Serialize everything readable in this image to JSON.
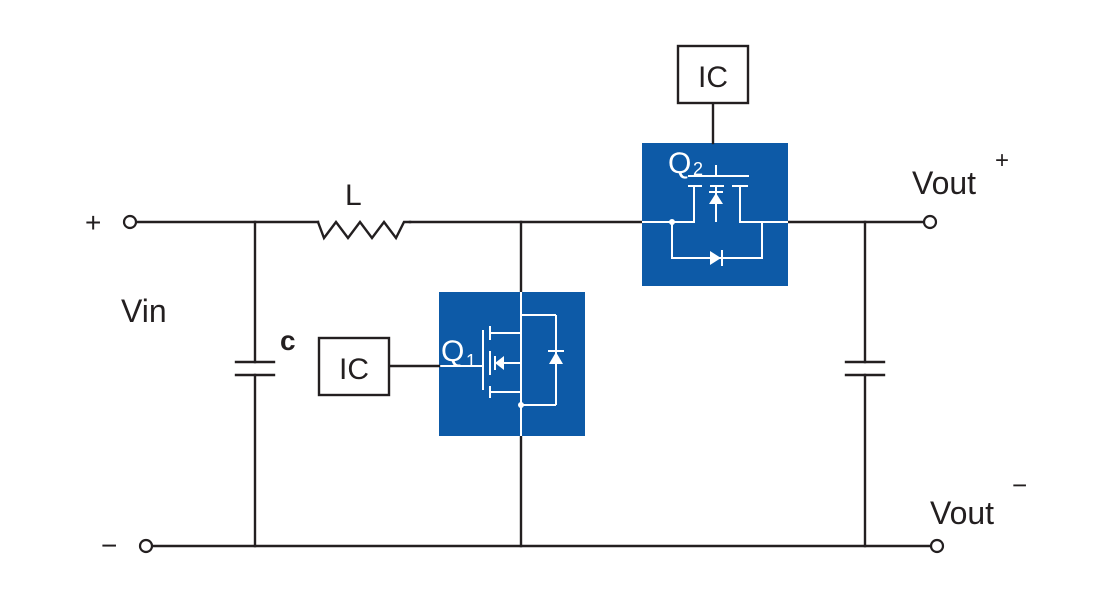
{
  "labels": {
    "plus": "+",
    "minus": "−",
    "vin": "Vin",
    "inductor": "L",
    "capacitor": "c",
    "vout_pos": "Vout",
    "vout_pos_sign": "+",
    "vout_neg": "Vout",
    "vout_neg_sign": "−"
  },
  "components": {
    "q1": {
      "letter": "Q",
      "index": "1",
      "controller": "IC"
    },
    "q2": {
      "letter": "Q",
      "index": "2",
      "controller": "IC"
    }
  },
  "colors": {
    "module_fill": "#0d5aa7",
    "wire": "#231f20",
    "background": "#ffffff"
  }
}
